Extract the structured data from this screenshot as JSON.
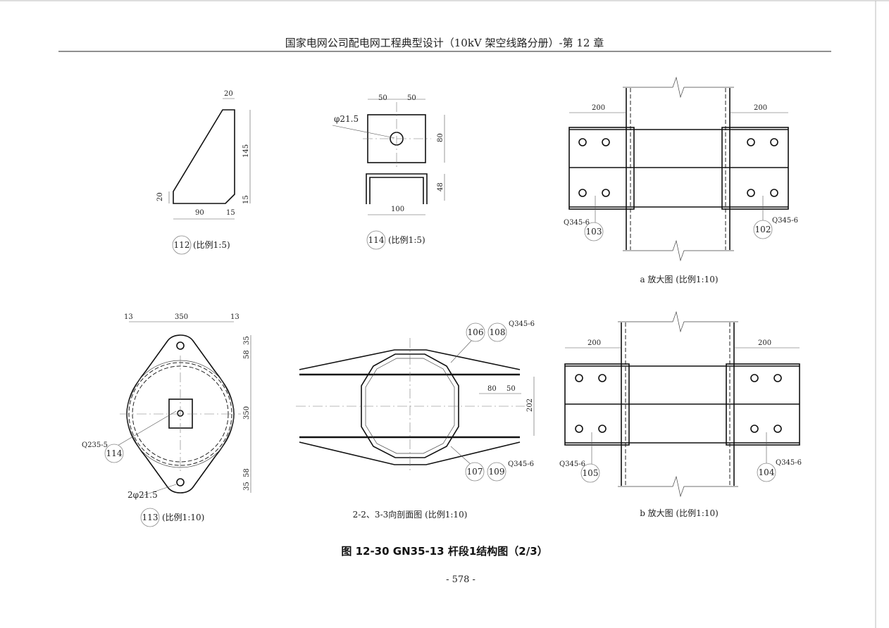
{
  "header": {
    "title": "国家电网公司配电网工程典型设计（10kV 架空线路分册）-第 12 章"
  },
  "figures": {
    "part112": {
      "id": "112",
      "scale": "(比例1:5)",
      "dims": [
        "20",
        "145",
        "20",
        "15",
        "90",
        "15"
      ]
    },
    "part114": {
      "id": "114",
      "scale": "(比例1:5)",
      "hole": "φ21.5",
      "dims": [
        "50",
        "50",
        "80",
        "48",
        "100"
      ]
    },
    "detail_a": {
      "caption": "a 放大图 (比例1:10)",
      "dims": [
        "200",
        "200"
      ],
      "left_part": "103",
      "left_material": "Q345-6",
      "right_part": "102",
      "right_material": "Q345-6"
    },
    "part113": {
      "id": "113",
      "scale": "(比例1:10)",
      "dims": [
        "13",
        "350",
        "13",
        "35",
        "58",
        "350",
        "58",
        "35"
      ],
      "holes": "2φ21.5",
      "sub_part": "114",
      "sub_material": "Q235-5"
    },
    "section": {
      "caption": "2-2、3-3向剖面图 (比例1:10)",
      "top_parts": [
        "106",
        "108"
      ],
      "top_material": "Q345-6",
      "bottom_parts": [
        "107",
        "109"
      ],
      "bottom_material": "Q345-6",
      "dims": [
        "80",
        "50",
        "202"
      ]
    },
    "detail_b": {
      "caption": "b 放大图 (比例1:10)",
      "dims": [
        "200",
        "200"
      ],
      "left_part": "105",
      "left_material": "Q345-6",
      "right_part": "104",
      "right_material": "Q345-6"
    }
  },
  "caption": "图 12-30   GN35-13 杆段1结构图（2/3）",
  "page_number": "- 578 -"
}
